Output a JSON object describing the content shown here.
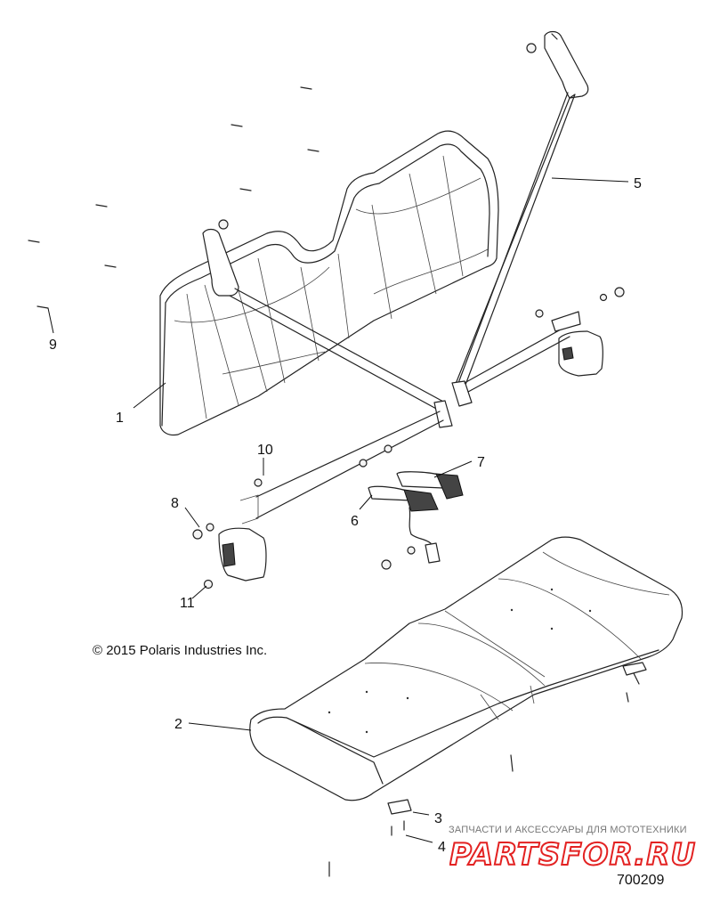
{
  "diagram": {
    "callouts": [
      {
        "id": "1",
        "label": "1"
      },
      {
        "id": "2",
        "label": "2"
      },
      {
        "id": "3",
        "label": "3"
      },
      {
        "id": "4",
        "label": "4"
      },
      {
        "id": "5",
        "label": "5"
      },
      {
        "id": "6",
        "label": "6"
      },
      {
        "id": "7",
        "label": "7"
      },
      {
        "id": "8",
        "label": "8"
      },
      {
        "id": "9",
        "label": "9"
      },
      {
        "id": "10",
        "label": "10"
      },
      {
        "id": "11",
        "label": "11"
      }
    ],
    "copyright": "© 2015 Polaris Industries Inc.",
    "part_number": "700209"
  },
  "watermark": {
    "subtitle": "ЗАПЧАСТИ И АКСЕССУАРЫ ДЛЯ МОТОТЕХНИКИ",
    "logo_text": "PARTSFOR.RU",
    "color": "#e32222"
  }
}
